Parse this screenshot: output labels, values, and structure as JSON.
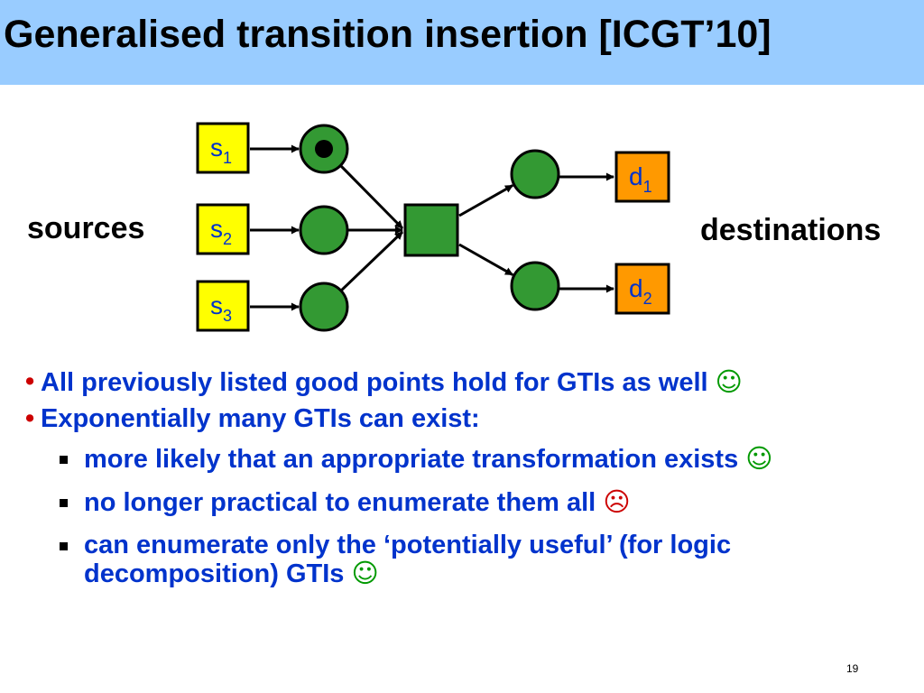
{
  "slide": {
    "title": "Generalised transition insertion [ICGT’10]",
    "page_number": "19"
  },
  "diagram": {
    "sources_label": "sources",
    "destinations_label": "destinations",
    "colors": {
      "place_fill": "#339933",
      "source_box": "#ffff00",
      "dest_box": "#ff9900",
      "transition_fill": "#339933"
    },
    "sources": [
      {
        "base": "s",
        "sub": "1"
      },
      {
        "base": "s",
        "sub": "2"
      },
      {
        "base": "s",
        "sub": "3"
      }
    ],
    "destinations": [
      {
        "base": "d",
        "sub": "1"
      },
      {
        "base": "d",
        "sub": "2"
      }
    ],
    "input_places": [
      {
        "has_token": true
      },
      {
        "has_token": false
      },
      {
        "has_token": false
      }
    ]
  },
  "bullets": [
    {
      "text": "All previously listed good points hold for GTIs as well",
      "emoticon": "☺",
      "children": []
    },
    {
      "text": "Exponentially many GTIs can exist:",
      "emoticon": "",
      "children": [
        {
          "text": "more likely that an appropriate transformation exists",
          "emoticon": "☺"
        },
        {
          "text": "no longer practical to enumerate them all",
          "emoticon": "☹"
        },
        {
          "text": "can enumerate only the ‘potentially useful’ (for logic decomposition) GTIs",
          "emoticon": "☺"
        }
      ]
    }
  ]
}
